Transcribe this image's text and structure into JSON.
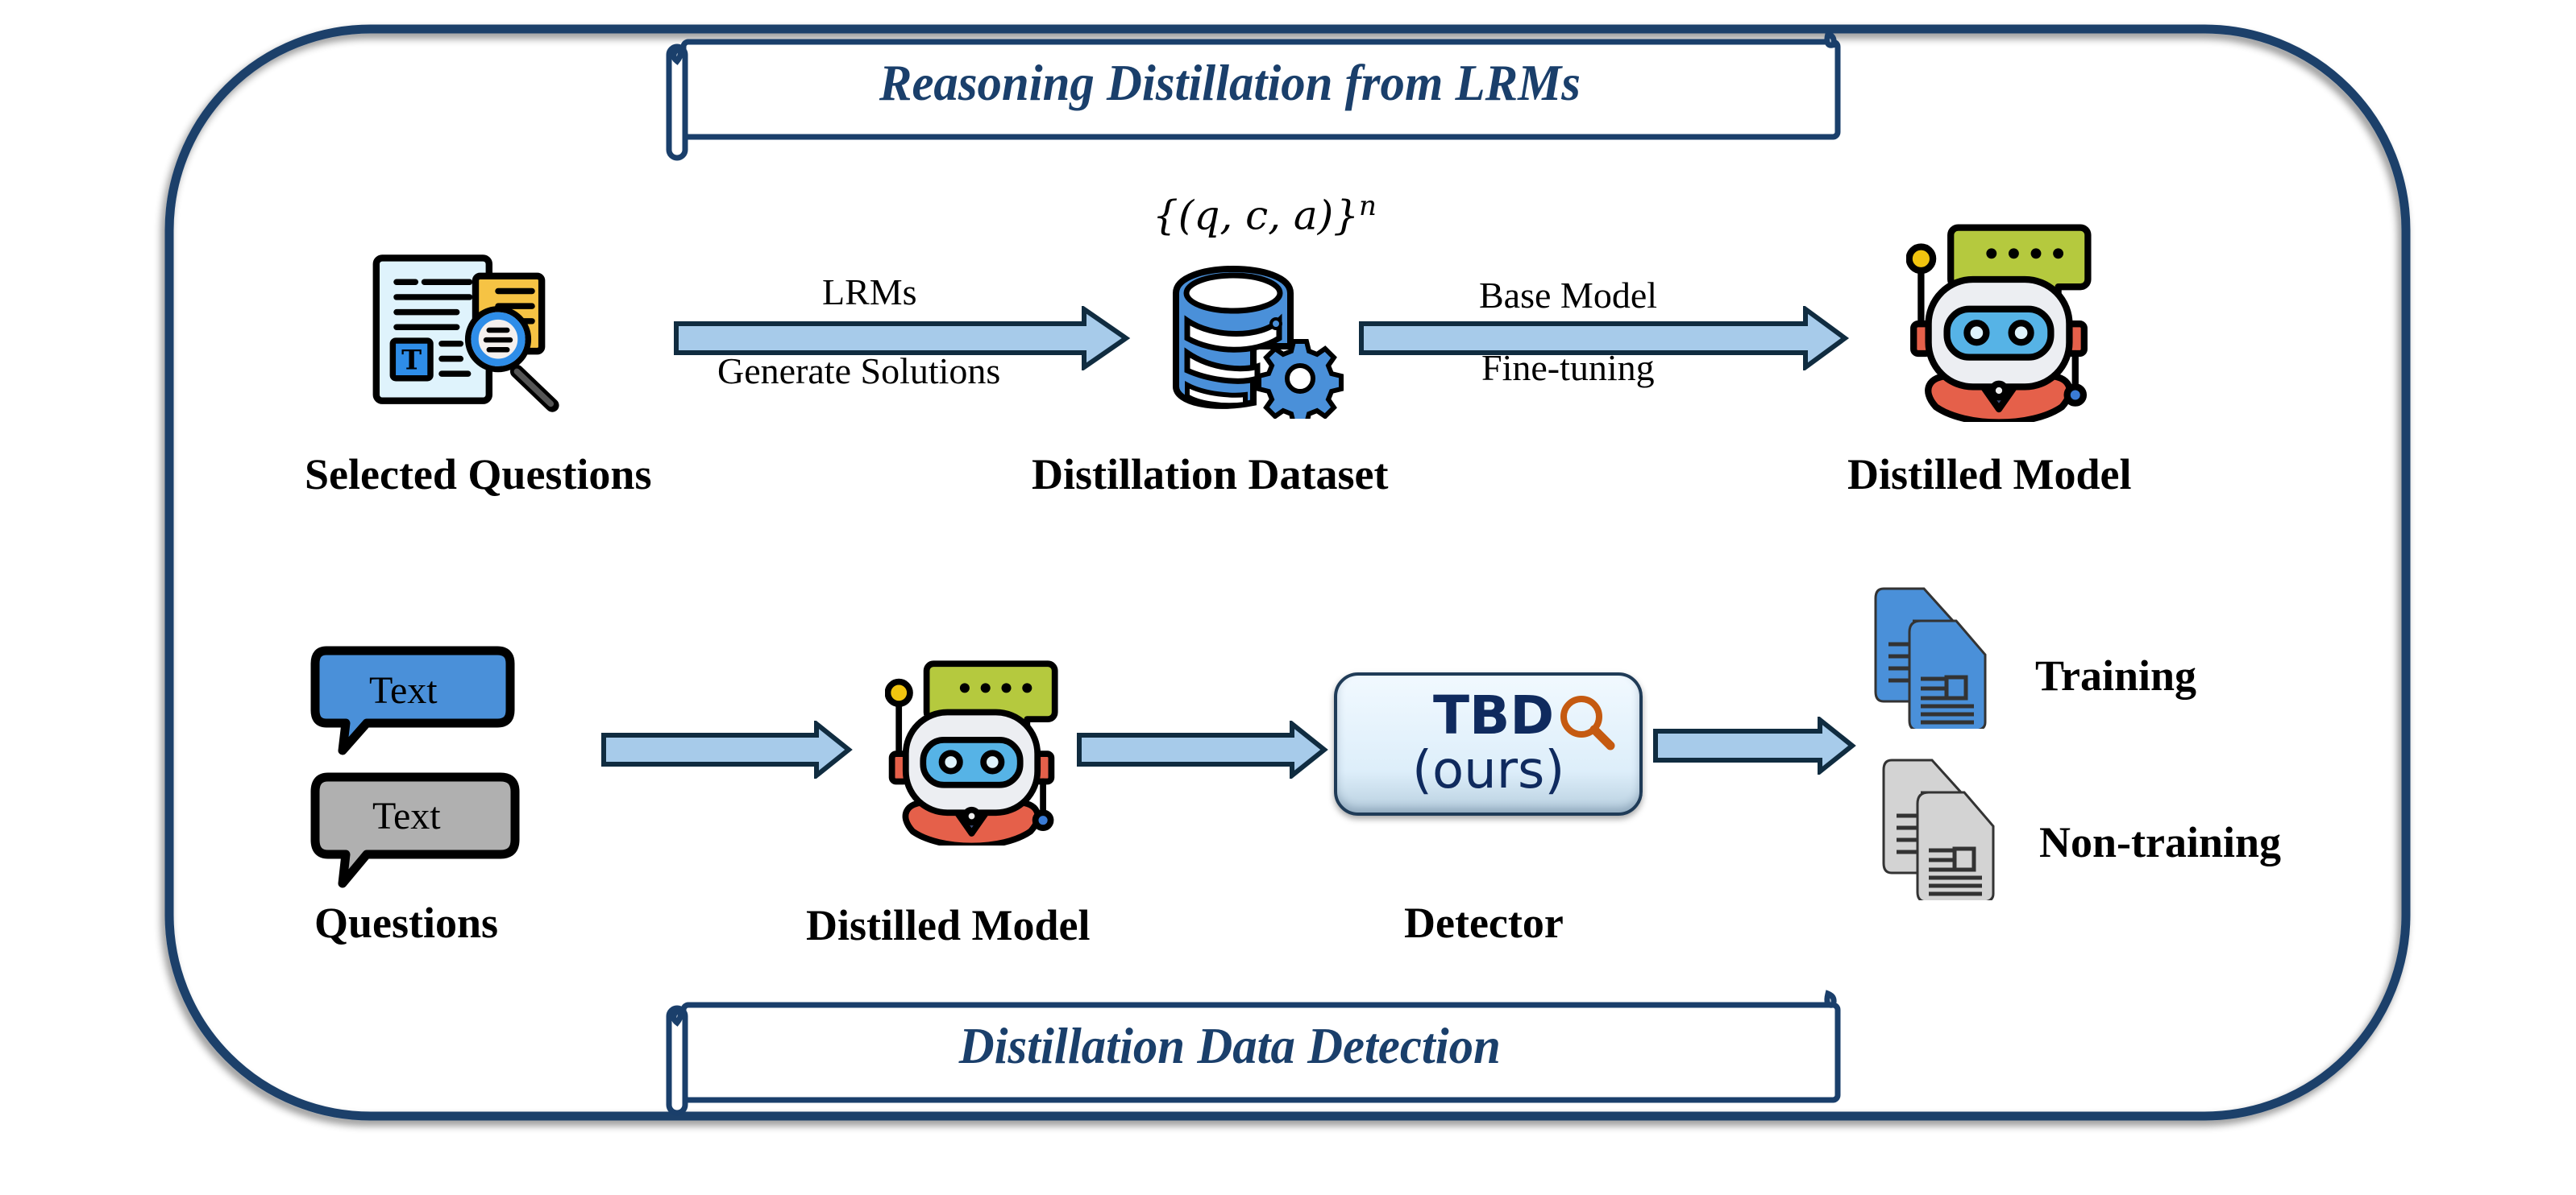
{
  "colors": {
    "frame": "#1a3f6b",
    "arrow_fill": "#a7cbea",
    "arrow_stroke": "#102c40",
    "icon_blue": "#4a90d9",
    "doc_gray": "#d3d3d3",
    "tbd_text": "#0f2a5e",
    "tbd_magnifier": "#c55a11",
    "robot_bubble": "#b5c93e",
    "robot_red": "#e5604a"
  },
  "top_section": {
    "title": "Reasoning Distillation from LRMs",
    "nodes": [
      {
        "id": "selected-questions",
        "label": "Selected Questions",
        "icon": "document-search-icon"
      },
      {
        "id": "distillation-dataset",
        "label": "Distillation Dataset",
        "icon": "database-gear-icon",
        "formula": "{(q, c, a)}",
        "formula_sup": "n"
      },
      {
        "id": "distilled-model",
        "label": "Distilled Model",
        "icon": "robot-icon"
      }
    ],
    "arrows": [
      {
        "above": "LRMs",
        "below": "Generate Solutions"
      },
      {
        "above": "Base Model",
        "below": "Fine-tuning"
      }
    ]
  },
  "bottom_section": {
    "title": "Distillation Data Detection",
    "questions": {
      "label": "Questions",
      "bubbles": [
        "Text",
        "Text"
      ]
    },
    "model": {
      "label": "Distilled Model",
      "icon": "robot-icon"
    },
    "detector": {
      "label": "Detector",
      "box_title": "TBD",
      "box_sub": "(ours)",
      "icon": "magnifier-icon"
    },
    "outputs": [
      {
        "label": "Training",
        "icon": "documents-icon"
      },
      {
        "label": "Non-training",
        "icon": "documents-icon"
      }
    ]
  }
}
